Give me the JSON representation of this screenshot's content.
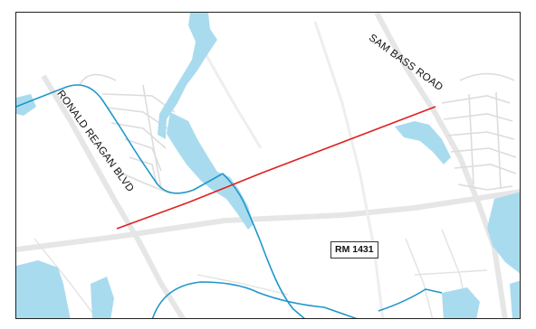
{
  "map": {
    "labels": {
      "ronald_reagan": "RONALD REAGAN BLVD",
      "sam_bass": "SAM BASS ROAD",
      "rm1431": "RM 1431"
    },
    "colors": {
      "water": "#a9dbef",
      "creek": "#1f97c9",
      "project_line": "#e02020",
      "road_casing": "#e8e8e8",
      "street": "#dcdcdc",
      "background": "#ffffff"
    }
  }
}
